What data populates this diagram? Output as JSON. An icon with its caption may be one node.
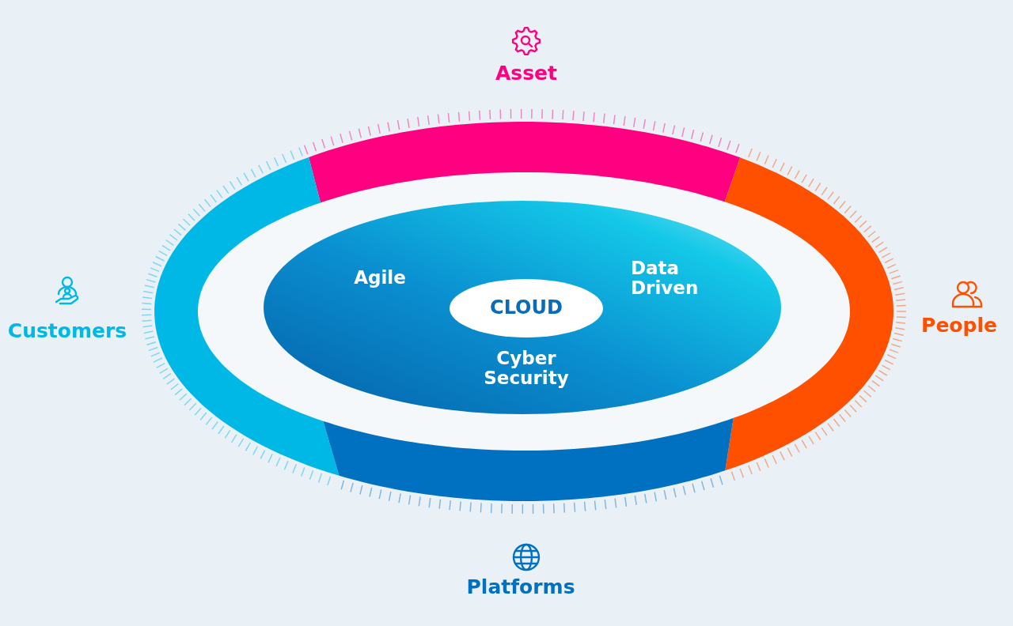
{
  "diagram": {
    "nodes": [
      {
        "text": [
          "Asset"
        ]
      },
      {
        "text": [
          "Customers"
        ]
      },
      {
        "text": [
          "People"
        ]
      },
      {
        "text": [
          "Platforms"
        ]
      },
      {
        "text": [
          "Agile",
          "Data Driven",
          "Cyber Security"
        ]
      },
      {
        "text": [
          "CLOUD"
        ],
        "in": 4
      }
    ]
  }
}
